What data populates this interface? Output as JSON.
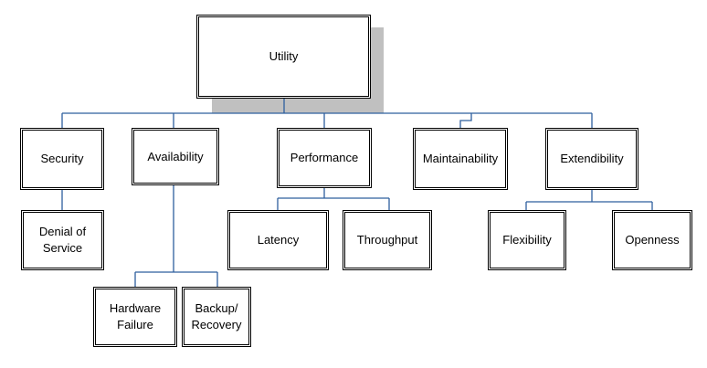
{
  "diagram": {
    "root": {
      "id": "utility",
      "label": "Utility"
    },
    "nodes": [
      {
        "id": "security",
        "label": "Security"
      },
      {
        "id": "availability",
        "label": "Availability"
      },
      {
        "id": "performance",
        "label": "Performance"
      },
      {
        "id": "maintainability",
        "label": "Maintainability"
      },
      {
        "id": "extendibility",
        "label": "Extendibility"
      },
      {
        "id": "denial-of-service",
        "label": "Denial of Service"
      },
      {
        "id": "hardware-failure",
        "label": "Hardware Failure"
      },
      {
        "id": "backup-recovery",
        "label": "Backup/ Recovery"
      },
      {
        "id": "latency",
        "label": "Latency"
      },
      {
        "id": "throughput",
        "label": "Throughput"
      },
      {
        "id": "flexibility",
        "label": "Flexibility"
      },
      {
        "id": "openness",
        "label": "Openness"
      }
    ],
    "edges": [
      [
        "utility",
        "security"
      ],
      [
        "utility",
        "availability"
      ],
      [
        "utility",
        "performance"
      ],
      [
        "utility",
        "maintainability"
      ],
      [
        "utility",
        "extendibility"
      ],
      [
        "security",
        "denial-of-service"
      ],
      [
        "availability",
        "hardware-failure"
      ],
      [
        "availability",
        "backup-recovery"
      ],
      [
        "performance",
        "latency"
      ],
      [
        "performance",
        "throughput"
      ],
      [
        "extendibility",
        "flexibility"
      ],
      [
        "extendibility",
        "openness"
      ]
    ],
    "colors": {
      "connector": "#2e5f9e",
      "border": "#000000",
      "shadow": "#c0c0c0"
    }
  }
}
